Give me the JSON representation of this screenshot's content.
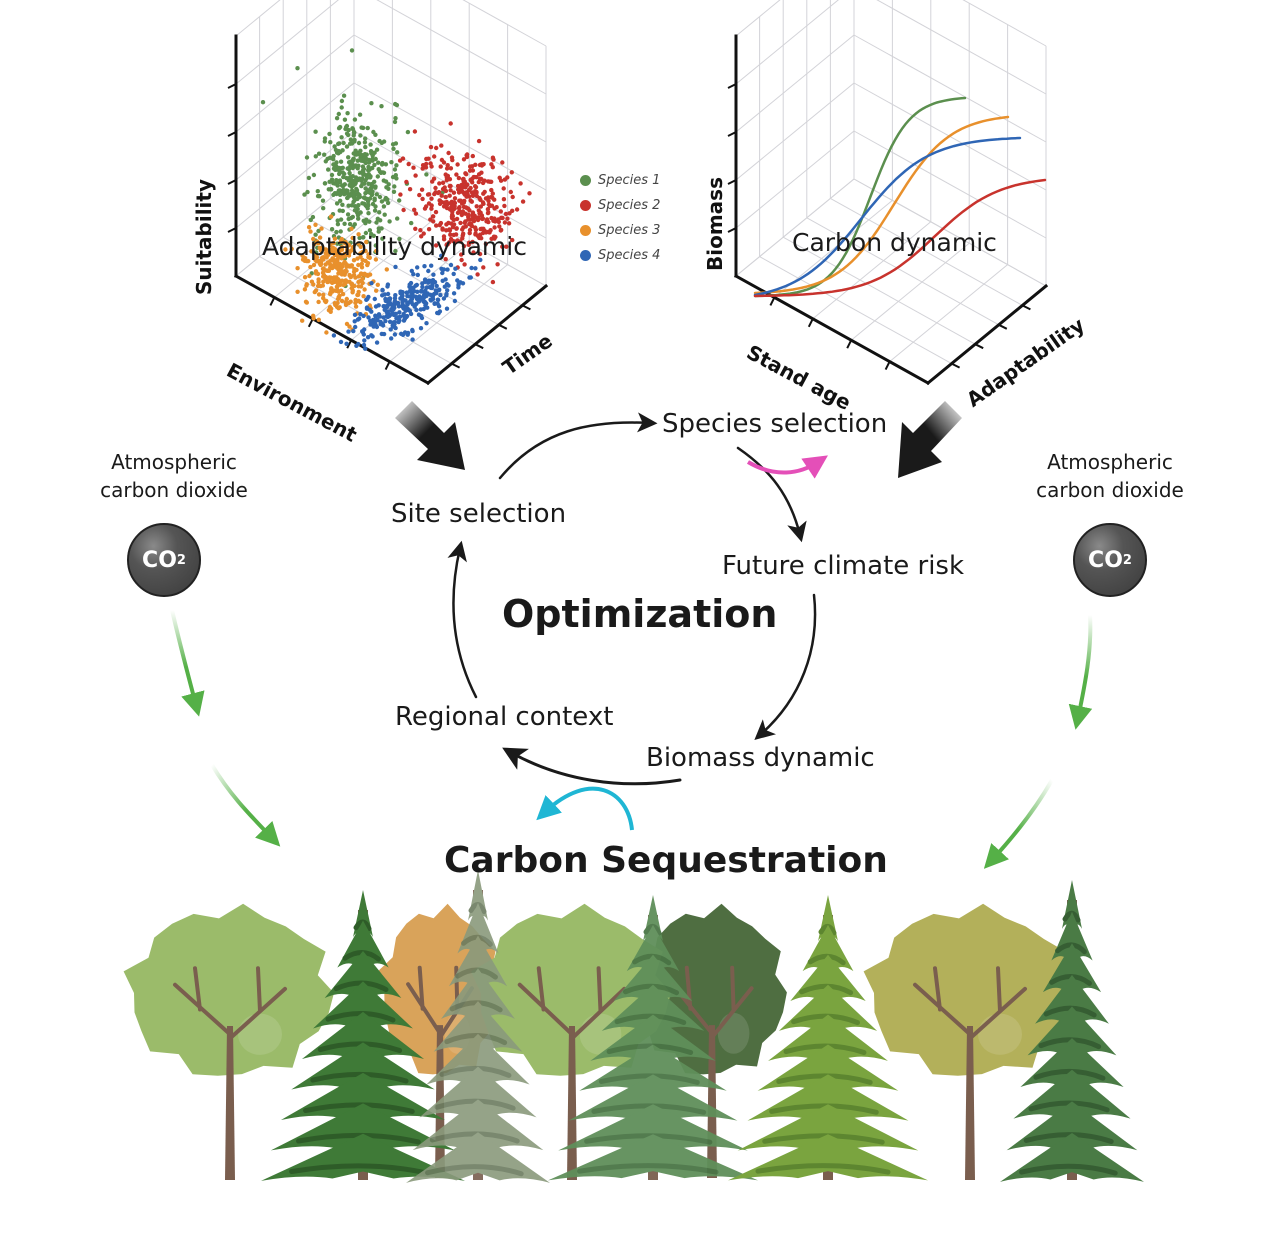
{
  "scatter_panel": {
    "title": "Adaptability dynamic",
    "axis_y": "Suitability",
    "axis_x": "Environment",
    "axis_z": "Time",
    "legend": [
      {
        "label": "Species 1",
        "color": "#5b8f4e"
      },
      {
        "label": "Species 2",
        "color": "#c8332d"
      },
      {
        "label": "Species 3",
        "color": "#e8902c"
      },
      {
        "label": "Species 4",
        "color": "#2f66b5"
      }
    ]
  },
  "curve_panel": {
    "title": "Carbon dynamic",
    "axis_y": "Biomass",
    "axis_x": "Stand age",
    "axis_z": "Adaptability",
    "series_colors": [
      "#5b8f4e",
      "#e8902c",
      "#2f66b5",
      "#c8332d"
    ]
  },
  "cycle": {
    "center_title": "Optimization",
    "steps": [
      "Species selection",
      "Future climate risk",
      "Biomass dynamic",
      "Regional context",
      "Site selection"
    ]
  },
  "left_source": {
    "label_line1": "Atmospheric",
    "label_line2": "carbon dioxide",
    "molecule": "CO",
    "subscript": "2"
  },
  "right_source": {
    "label_line1": "Atmospheric",
    "label_line2": "carbon dioxide",
    "molecule": "CO",
    "subscript": "2"
  },
  "bottom": {
    "title": "Carbon Sequestration"
  },
  "colors": {
    "arrow_green": "#55b047",
    "arrow_pink": "#e44fb8",
    "arrow_cyan": "#1fb6d4",
    "arrow_dark": "#1a1a1a"
  }
}
